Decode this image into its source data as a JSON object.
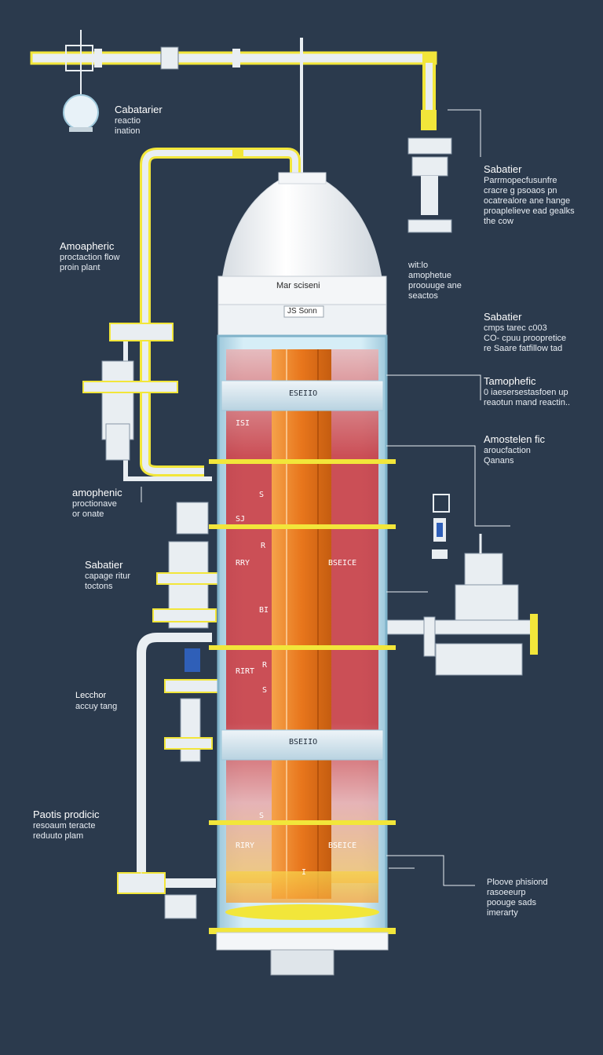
{
  "colors": {
    "background": "#2b3a4d",
    "pipe_yellow": "#f2e63a",
    "pipe_white": "#e9eef2",
    "vessel_glass": "#bfe3f2",
    "hot_red": "#c9333a",
    "core_orange": "#e8761c",
    "dome_white": "#f4f6f8"
  },
  "callouts": [
    {
      "id": "top-left",
      "title": "Cabatarier",
      "lines": [
        "reactio",
        "ination"
      ]
    },
    {
      "id": "left-1",
      "title": "Amoapheric",
      "lines": [
        "proctaction flow",
        "proin plant"
      ]
    },
    {
      "id": "left-2",
      "title": "amophenic",
      "lines": [
        "proctionave",
        "or onate"
      ]
    },
    {
      "id": "left-3",
      "title": "Sabatier",
      "lines": [
        "capage ritur",
        "toctons"
      ]
    },
    {
      "id": "left-4",
      "title": "Lecchor",
      "lines": [
        "accuy tang"
      ]
    },
    {
      "id": "left-5",
      "title": "Paotis prodicic",
      "lines": [
        "resoaum teracte",
        "reduuto plam"
      ]
    },
    {
      "id": "right-1",
      "title": "Sabatier",
      "lines": [
        "Parrmopecfusunfre",
        "cracre g psoaos pn",
        "ocatrealore ane hange",
        "proaplelieve ead gealks",
        "the cow"
      ]
    },
    {
      "id": "center-1",
      "title": "",
      "lines": [
        "wit:lo",
        "amophetue",
        "proouuge ane",
        "seactos"
      ]
    },
    {
      "id": "right-2",
      "title": "Sabatier",
      "lines": [
        "cmps tarec c003",
        "CO- cpuu proopretice",
        "re Saare fatfillow tad"
      ]
    },
    {
      "id": "right-3",
      "title": "Tamophefic",
      "lines": [
        "0 iaesersestasfoen up",
        "reaotun mand reactin.."
      ]
    },
    {
      "id": "right-4",
      "title": "Amostelen fic",
      "lines": [
        "aroucfaction",
        "Qanans"
      ]
    },
    {
      "id": "right-5",
      "title": "",
      "lines": [
        "Ploove phisiond",
        "rasoeeurp",
        "poouge sads",
        "imerarty"
      ]
    }
  ],
  "vessel_labels": {
    "dome": "Mar sciseni",
    "neck": "JS Sonn",
    "band_top": "ESEIIO",
    "band_mid": "BSEIIO",
    "side_tag_1": "BSEICE",
    "side_tag_2": "BSEICE",
    "small_tags": [
      "ISI",
      "S",
      "SJ",
      "R",
      "RRY",
      "BI",
      "R",
      "RIRT",
      "S",
      "S",
      "RIRY",
      "I"
    ]
  }
}
